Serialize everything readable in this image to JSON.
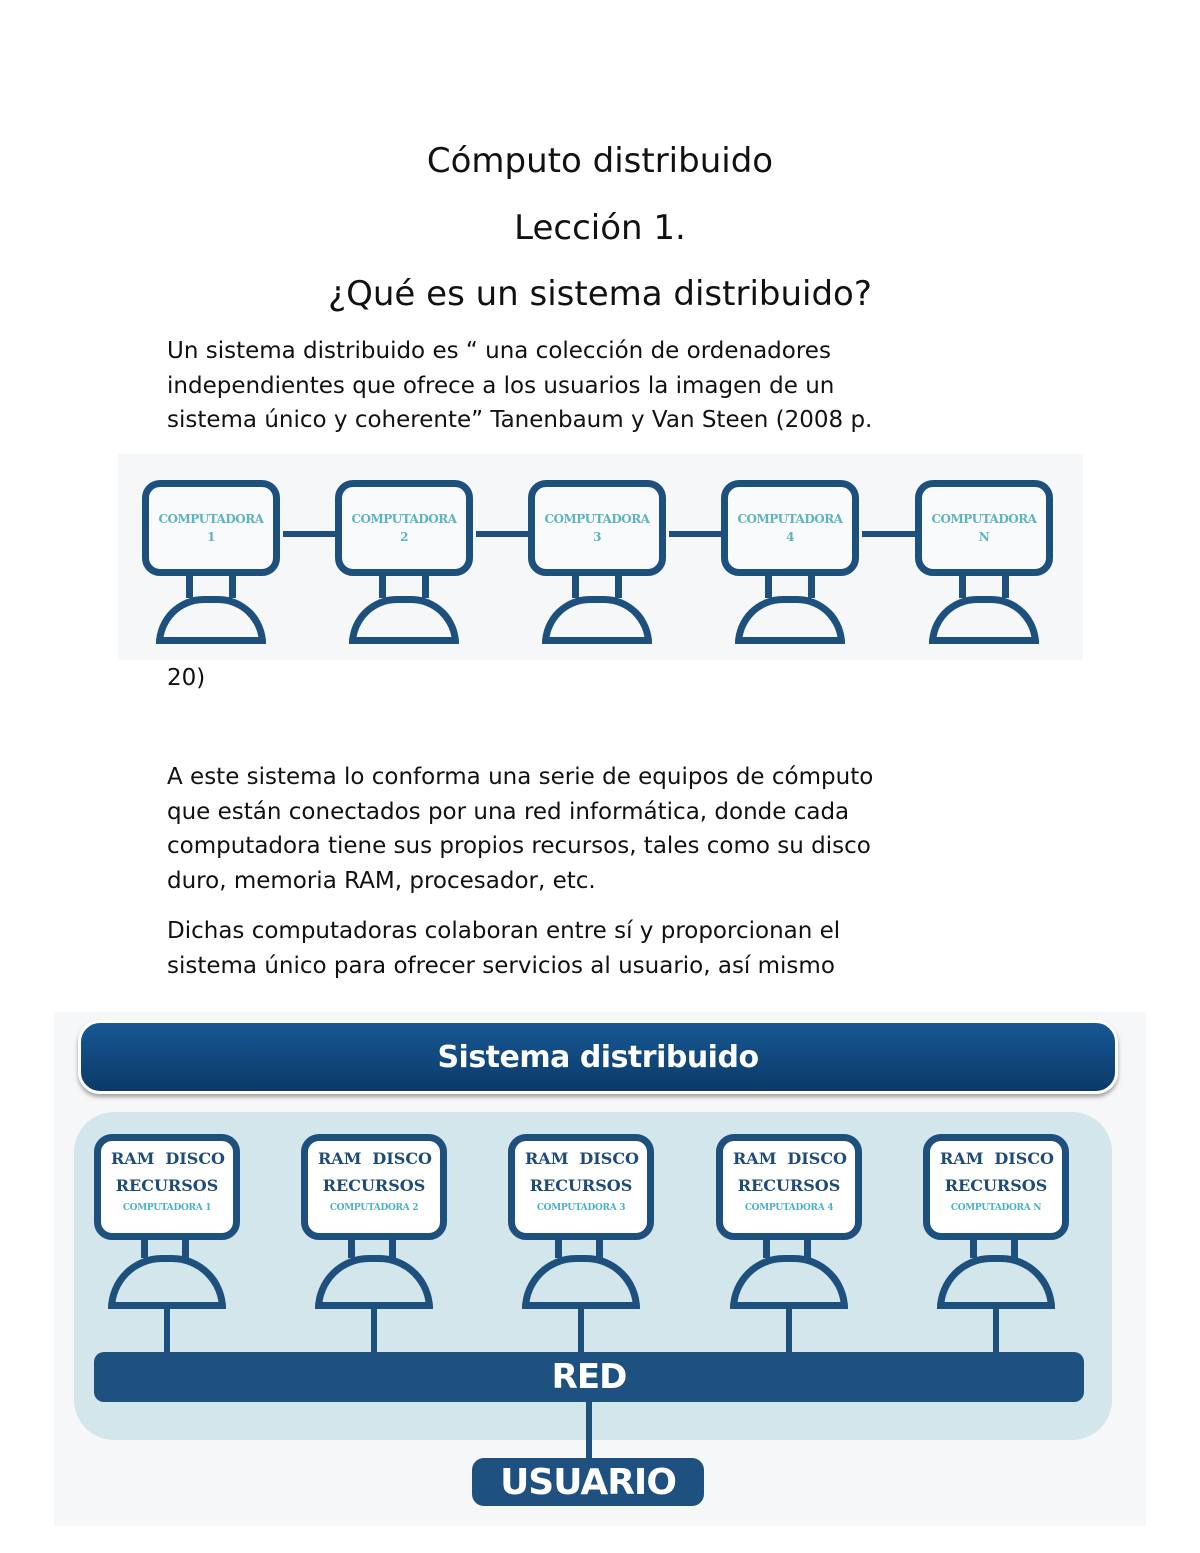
{
  "document": {
    "title": "Cómputo distribuido",
    "lesson": "Lección 1.",
    "question": "¿Qué es un sistema distribuido?",
    "paragraph1": {
      "lines": [
        "Un sistema distribuido es “ una colección de ordenadores",
        "independientes que ofrece a los usuarios la imagen de un",
        "sistema único y coherente” Tanenbaum y Van Steen (2008 p."
      ],
      "continuation": "20)"
    },
    "paragraph2": {
      "lines": [
        "A este sistema lo conforma una serie de equipos de cómputo",
        "que están conectados por una red informática, donde cada",
        "computadora tiene sus propios recursos, tales como su disco",
        "duro, memoria RAM, procesador, etc."
      ]
    },
    "paragraph3": {
      "lines": [
        "Dichas computadoras colaboran entre sí y proporcionan el",
        "sistema único para ofrecer servicios al usuario, así mismo"
      ]
    }
  },
  "figure1": {
    "computers": [
      {
        "line1": "COMPUTADORA",
        "line2": "1"
      },
      {
        "line1": "COMPUTADORA",
        "line2": "2"
      },
      {
        "line1": "COMPUTADORA",
        "line2": "3"
      },
      {
        "line1": "COMPUTADORA",
        "line2": "4"
      },
      {
        "line1": "COMPUTADORA",
        "line2": "N"
      }
    ],
    "colors": {
      "outline": "#1e507e",
      "label": "#5fb3c0",
      "background": "#f5f7f8"
    }
  },
  "figure2": {
    "banner": "Sistema distribuido",
    "computers": [
      {
        "ram": "RAM",
        "disco": "DISCO",
        "recursos": "RECURSOS",
        "name": "COMPUTADORA 1"
      },
      {
        "ram": "RAM",
        "disco": "DISCO",
        "recursos": "RECURSOS",
        "name": "COMPUTADORA 2"
      },
      {
        "ram": "RAM",
        "disco": "DISCO",
        "recursos": "RECURSOS",
        "name": "COMPUTADORA 3"
      },
      {
        "ram": "RAM",
        "disco": "DISCO",
        "recursos": "RECURSOS",
        "name": "COMPUTADORA 4"
      },
      {
        "ram": "RAM",
        "disco": "DISCO",
        "recursos": "RECURSOS",
        "name": "COMPUTADORA N"
      }
    ],
    "network": "RED",
    "user": "USUARIO",
    "colors": {
      "banner": "#0f4a80",
      "panel": "#d2e6ec",
      "outline": "#1e507e",
      "label": "#4bb2c4"
    }
  }
}
